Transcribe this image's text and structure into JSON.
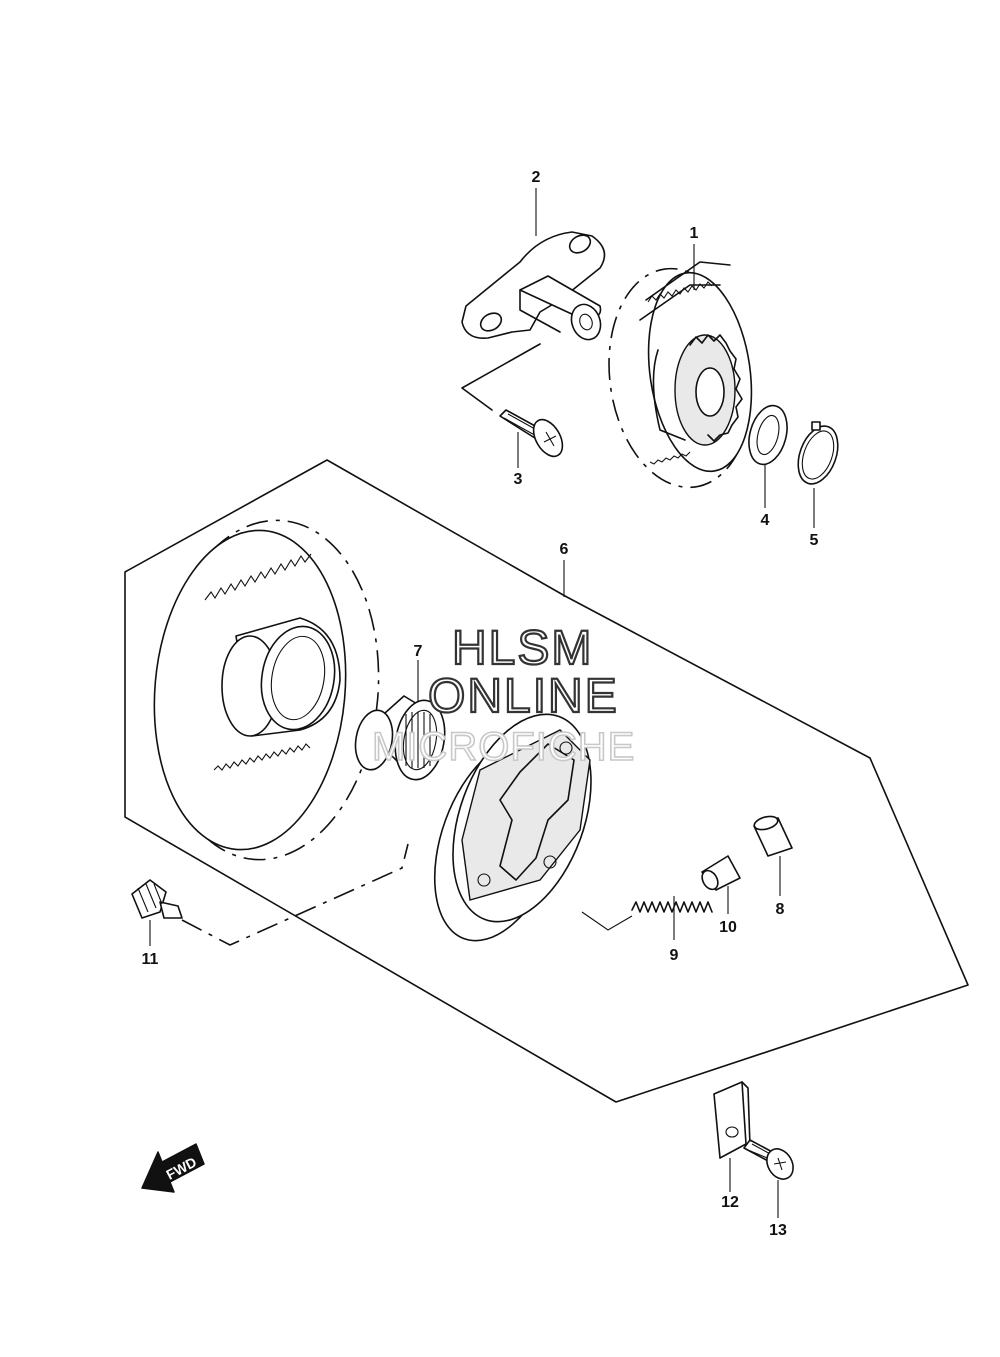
{
  "callouts": [
    {
      "id": "1",
      "label": "1"
    },
    {
      "id": "2",
      "label": "2"
    },
    {
      "id": "3",
      "label": "3"
    },
    {
      "id": "4",
      "label": "4"
    },
    {
      "id": "5",
      "label": "5"
    },
    {
      "id": "6",
      "label": "6"
    },
    {
      "id": "7",
      "label": "7"
    },
    {
      "id": "8",
      "label": "8"
    },
    {
      "id": "9",
      "label": "9"
    },
    {
      "id": "10",
      "label": "10"
    },
    {
      "id": "11",
      "label": "11"
    },
    {
      "id": "12",
      "label": "12"
    },
    {
      "id": "13",
      "label": "13"
    }
  ],
  "watermark": {
    "line1": "HLSM",
    "line2": "ONLINE",
    "line3": "MICROFICHE"
  },
  "direction_arrow": {
    "label": "FWD"
  }
}
